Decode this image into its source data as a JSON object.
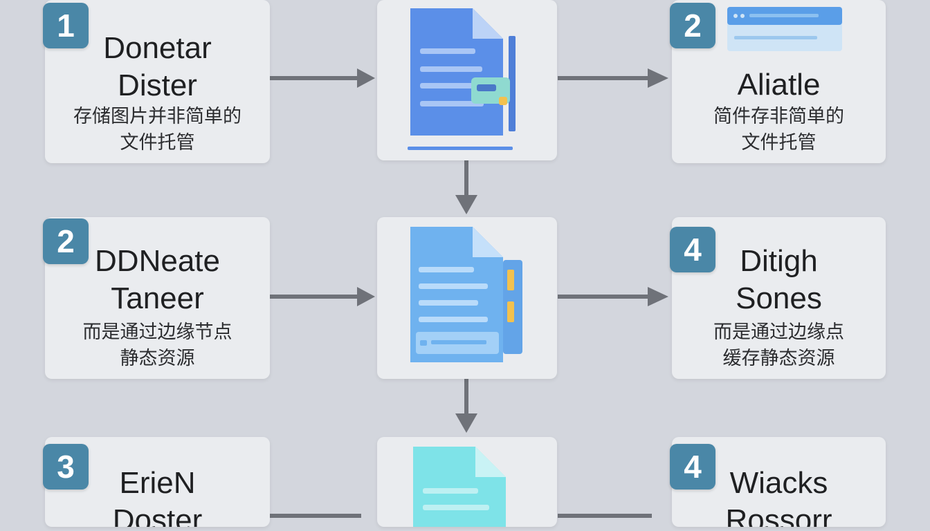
{
  "steps": [
    {
      "badge": "1",
      "title": [
        "Donetar",
        "Dister"
      ],
      "subtitle": [
        "存储图片并非简单的",
        "文件托管"
      ]
    },
    {
      "badge": "2",
      "title": [
        "Aliatle"
      ],
      "subtitle": [
        "简件存非简单的",
        "文件托管"
      ]
    },
    {
      "badge": "2",
      "title": [
        "DDNeate",
        "Taneer"
      ],
      "subtitle": [
        "而是通过边缘节点",
        "静态资源"
      ]
    },
    {
      "badge": "4",
      "title": [
        "Ditigh",
        "Sones"
      ],
      "subtitle": [
        "而是通过边缘点",
        "缓存静态资源"
      ]
    },
    {
      "badge": "3",
      "title": [
        "ErieN",
        "Doster"
      ],
      "subtitle": []
    },
    {
      "badge": "4",
      "title": [
        "Wiacks",
        "Rossorr"
      ],
      "subtitle": []
    }
  ],
  "icons": [
    "document-icon-blue",
    "document-icon-lightblue",
    "document-icon-cyan",
    "browser-window-icon"
  ],
  "colors": {
    "background": "#d3d6dd",
    "card": "#eaecef",
    "badge": "#4a87a7",
    "arrow": "#6f7279",
    "doc_blue": "#5b8fe8",
    "doc_lightblue": "#6fb2ef",
    "doc_cyan": "#7ee3e8"
  }
}
